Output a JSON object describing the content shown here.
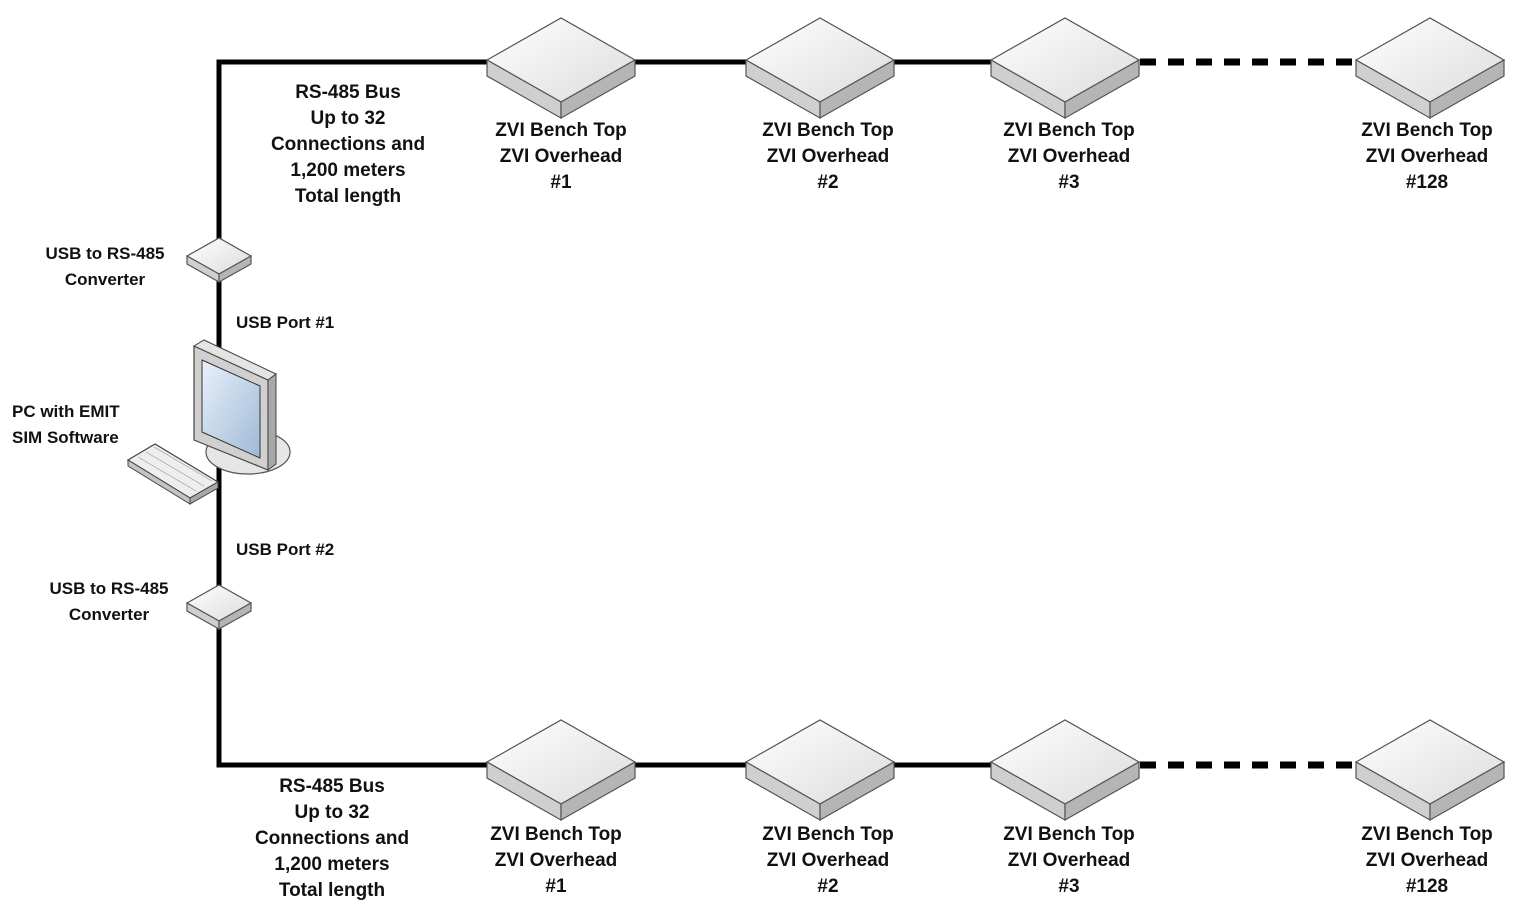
{
  "top_bus": {
    "label": [
      "RS-485 Bus",
      "Up to 32",
      "Connections and",
      "1,200 meters",
      "Total length"
    ],
    "converter_label": [
      "USB to RS-485",
      "Converter"
    ],
    "port_label": "USB Port #1",
    "devices": [
      {
        "line1": "ZVI Bench Top",
        "line2": "ZVI Overhead",
        "number": "#1"
      },
      {
        "line1": "ZVI Bench Top",
        "line2": "ZVI Overhead",
        "number": "#2"
      },
      {
        "line1": "ZVI Bench Top",
        "line2": "ZVI Overhead",
        "number": "#3"
      },
      {
        "line1": "ZVI Bench Top",
        "line2": "ZVI Overhead",
        "number": "#128"
      }
    ]
  },
  "pc": {
    "label": [
      "PC with EMIT",
      "SIM Software"
    ]
  },
  "bottom_bus": {
    "label": [
      "RS-485 Bus",
      "Up to 32",
      "Connections and",
      "1,200 meters",
      "Total length"
    ],
    "converter_label": [
      "USB to RS-485",
      "Converter"
    ],
    "port_label": "USB Port #2",
    "devices": [
      {
        "line1": "ZVI Bench Top",
        "line2": "ZVI Overhead",
        "number": "#1"
      },
      {
        "line1": "ZVI Bench Top",
        "line2": "ZVI Overhead",
        "number": "#2"
      },
      {
        "line1": "ZVI Bench Top",
        "line2": "ZVI Overhead",
        "number": "#3"
      },
      {
        "line1": "ZVI Bench Top",
        "line2": "ZVI Overhead",
        "number": "#128"
      }
    ]
  },
  "colors": {
    "line": "#000000",
    "device_top": "#ececec",
    "device_side": "#c8c8c8",
    "screen": "#cfe2f3"
  }
}
